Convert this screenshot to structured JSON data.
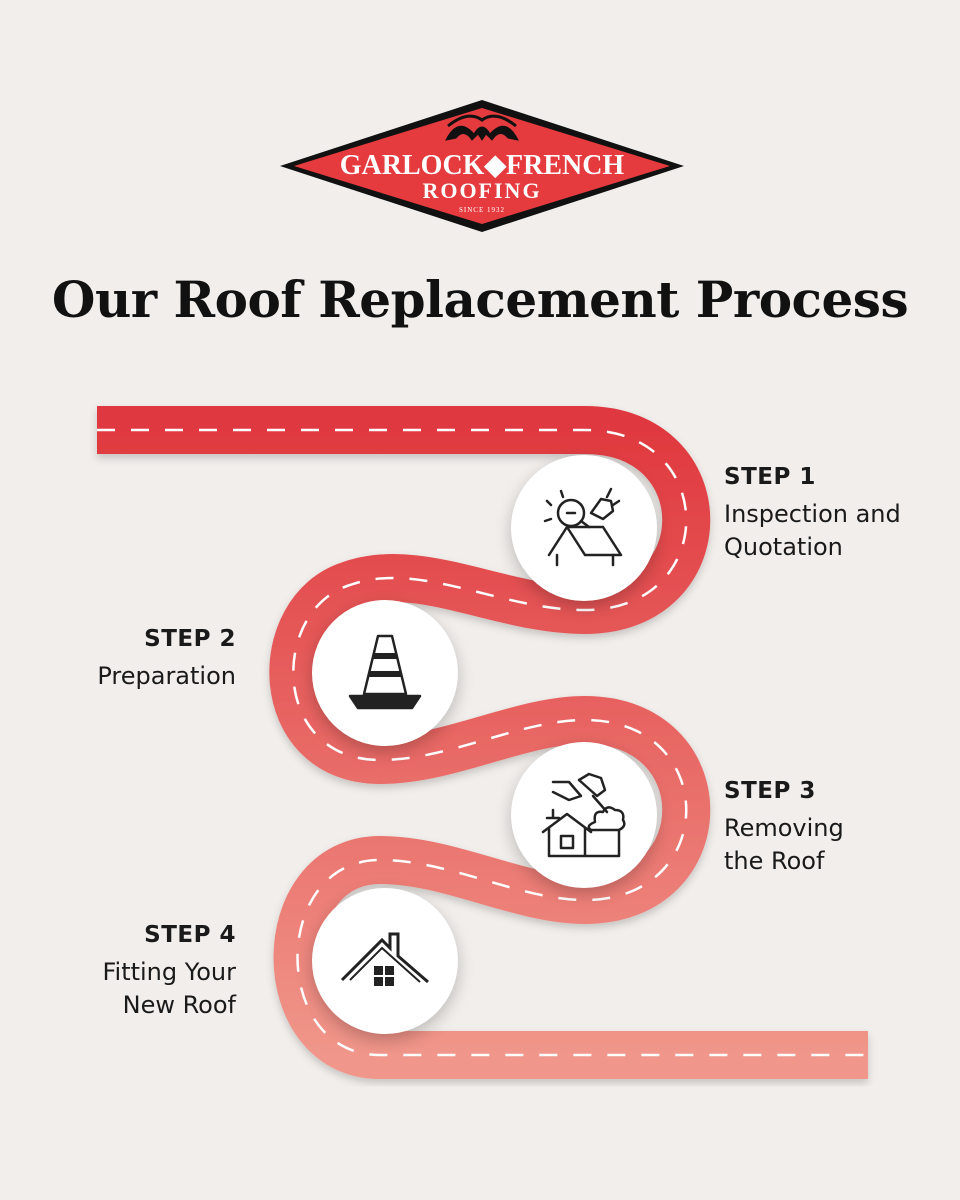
{
  "brand": {
    "name_line1": "GARLOCK◆FRENCH",
    "name_line2": "ROOFING",
    "since": "SINCE 1932"
  },
  "title": "Our Roof Replacement Process",
  "colors": {
    "background": "#f1eeeb",
    "road_start": "#e0393f",
    "road_end": "#f0968a",
    "logo_red": "#e53b3f",
    "text": "#111111"
  },
  "steps": [
    {
      "number": "STEP 1",
      "label": "Inspection and\nQuotation",
      "icon": "inspection-icon"
    },
    {
      "number": "STEP 2",
      "label": "Preparation",
      "icon": "traffic-cone-icon"
    },
    {
      "number": "STEP 3",
      "label": "Removing\nthe Roof",
      "icon": "roof-removal-icon"
    },
    {
      "number": "STEP 4",
      "label": "Fitting Your\nNew Roof",
      "icon": "house-roof-icon"
    }
  ]
}
